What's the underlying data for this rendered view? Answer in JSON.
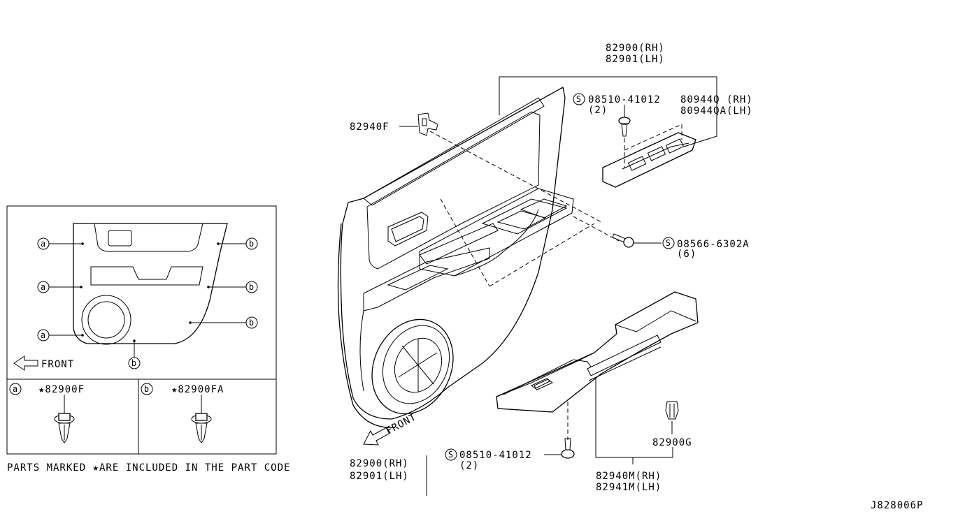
{
  "labels": {
    "panel_rh": "82900(RH)",
    "panel_lh": "82901(LH)",
    "clip_top": "82940F",
    "screw_top": "08510-41012",
    "screw_top_qty": "(2)",
    "switch_rh": "80944Q (RH)",
    "switch_lh": "80944QA(LH)",
    "screw_mid": "08566-6302A",
    "screw_mid_qty": "(6)",
    "front_main": "FRONT",
    "screw_bottom": "08510-41012",
    "screw_bottom_qty": "(2)",
    "armrest_rh": "82940M(RH)",
    "armrest_lh": "82941M(LH)",
    "clip_bottom": "82900G",
    "diagram_code": "J828006P"
  },
  "inset": {
    "callout_a": "a",
    "callout_b": "b",
    "front": "FRONT",
    "clip_a_code": "★82900F",
    "clip_b_code": "★82900FA"
  },
  "note": {
    "text": "PARTS MARKED ★ARE INCLUDED IN THE PART CODE",
    "code_rh": "82900(RH)",
    "code_lh": "82901(LH)"
  }
}
